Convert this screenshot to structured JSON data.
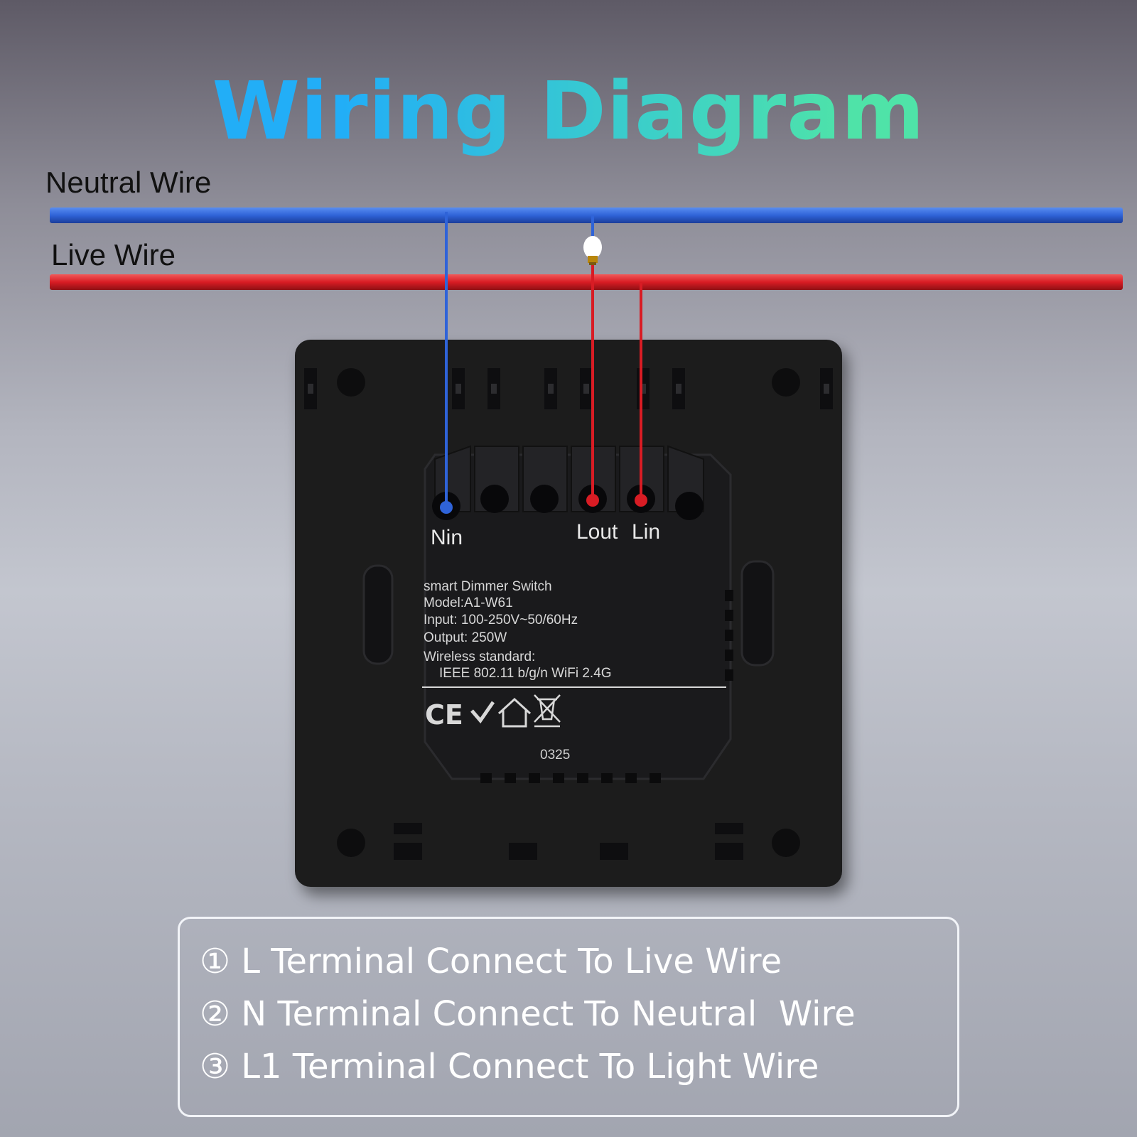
{
  "title": "Wiring Diagram",
  "wires": {
    "neutral_label": "Neutral Wire",
    "live_label": "Live Wire",
    "neutral_color": "#2f63d8",
    "live_color": "#d81c24"
  },
  "terminals": {
    "nin_label": "Nin",
    "lout_label": "Lout",
    "lin_label": "Lin"
  },
  "device_label": {
    "name": "smart Dimmer Switch",
    "model": "Model:A1-W61",
    "input": "Input: 100-250V~50/60Hz",
    "output": "Output: 250W",
    "wireless_title": "Wireless standard:",
    "wireless_value": "IEEE 802.11 b/g/n WiFi 2.4G",
    "certifications": "CE",
    "batch": "0325"
  },
  "instructions": [
    "① L Terminal Connect To Live Wire",
    "② N Terminal Connect To Neutral  Wire",
    "③ L1 Terminal Connect To Light Wire"
  ],
  "title_gradient": [
    "#22aef7",
    "#4fe3a8"
  ]
}
